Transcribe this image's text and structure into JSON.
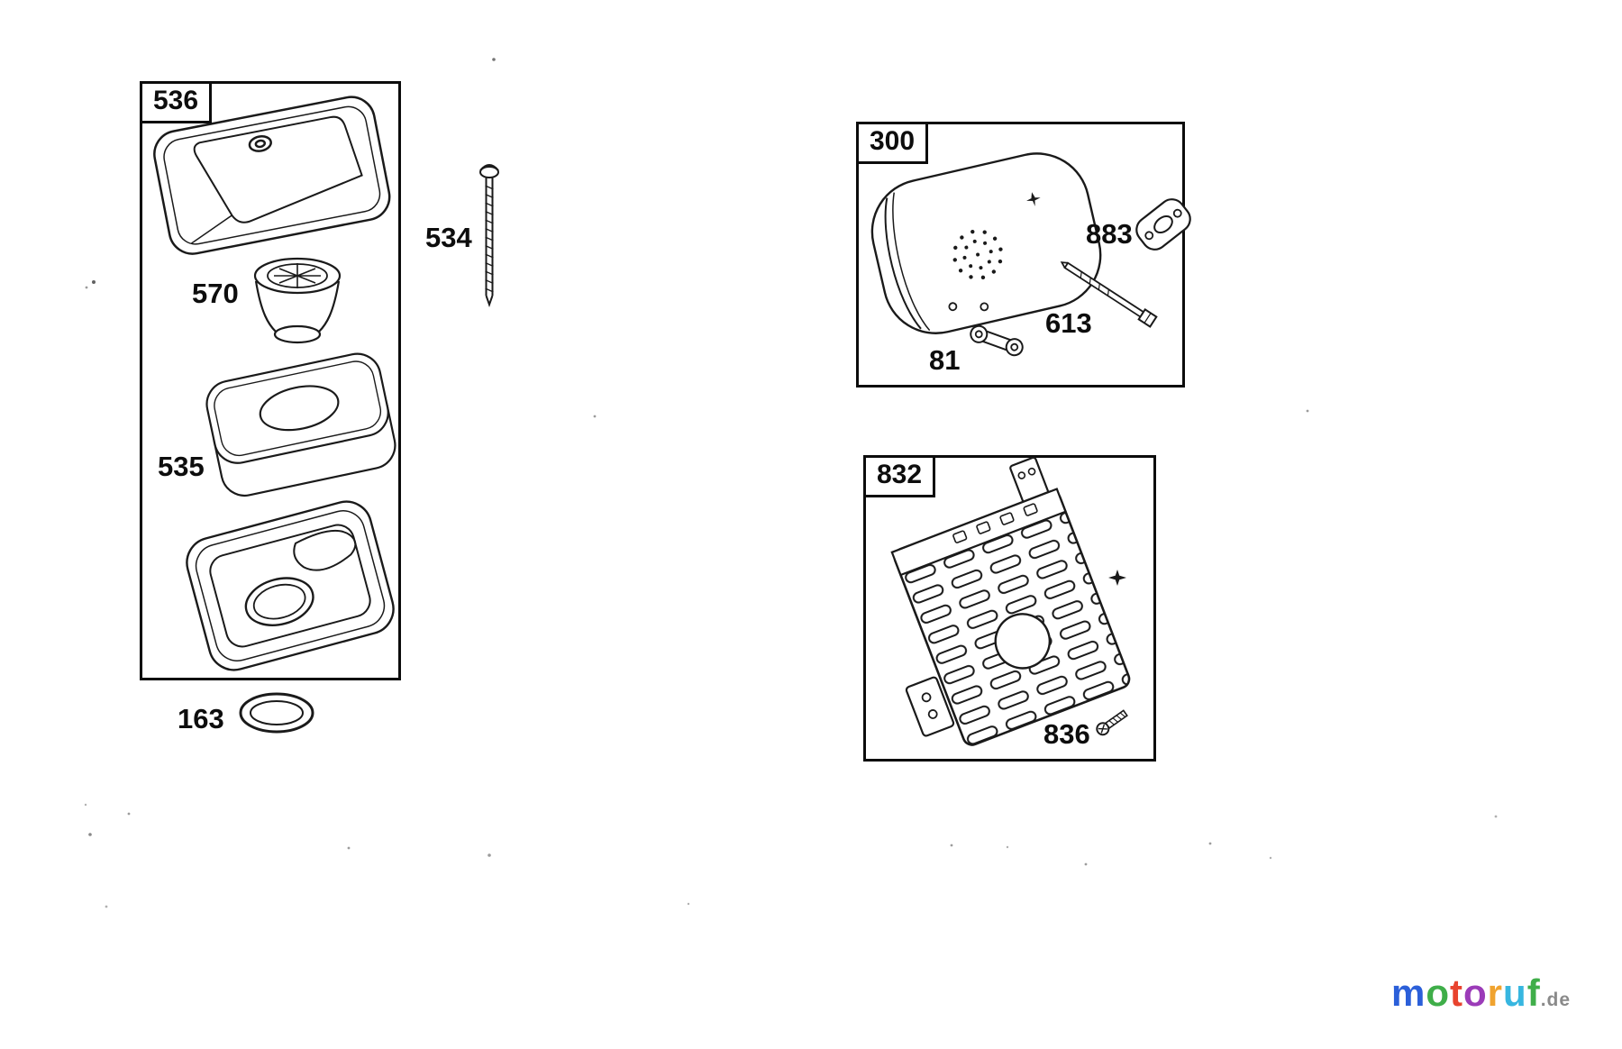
{
  "panels": {
    "air_cleaner": {
      "tag": "536"
    },
    "muffler": {
      "tag": "300"
    },
    "guard": {
      "tag": "832"
    }
  },
  "callouts": {
    "foam_precleaner": "570",
    "cover_screw": "534",
    "filter_cartridge": "535",
    "sealing_ring": "163",
    "exhaust_gasket": "883",
    "muffler_bolt": "613",
    "muffler_clamp": "81",
    "guard_screw": "836"
  },
  "watermark": {
    "letters": [
      {
        "ch": "m",
        "color": "#2b5fd9"
      },
      {
        "ch": "o",
        "color": "#3fae49"
      },
      {
        "ch": "t",
        "color": "#e8432e"
      },
      {
        "ch": "o",
        "color": "#9b3bb8"
      },
      {
        "ch": "r",
        "color": "#f0a32f"
      },
      {
        "ch": "u",
        "color": "#37b6e0"
      },
      {
        "ch": "f",
        "color": "#3fae49"
      }
    ],
    "suffix": ".de"
  }
}
